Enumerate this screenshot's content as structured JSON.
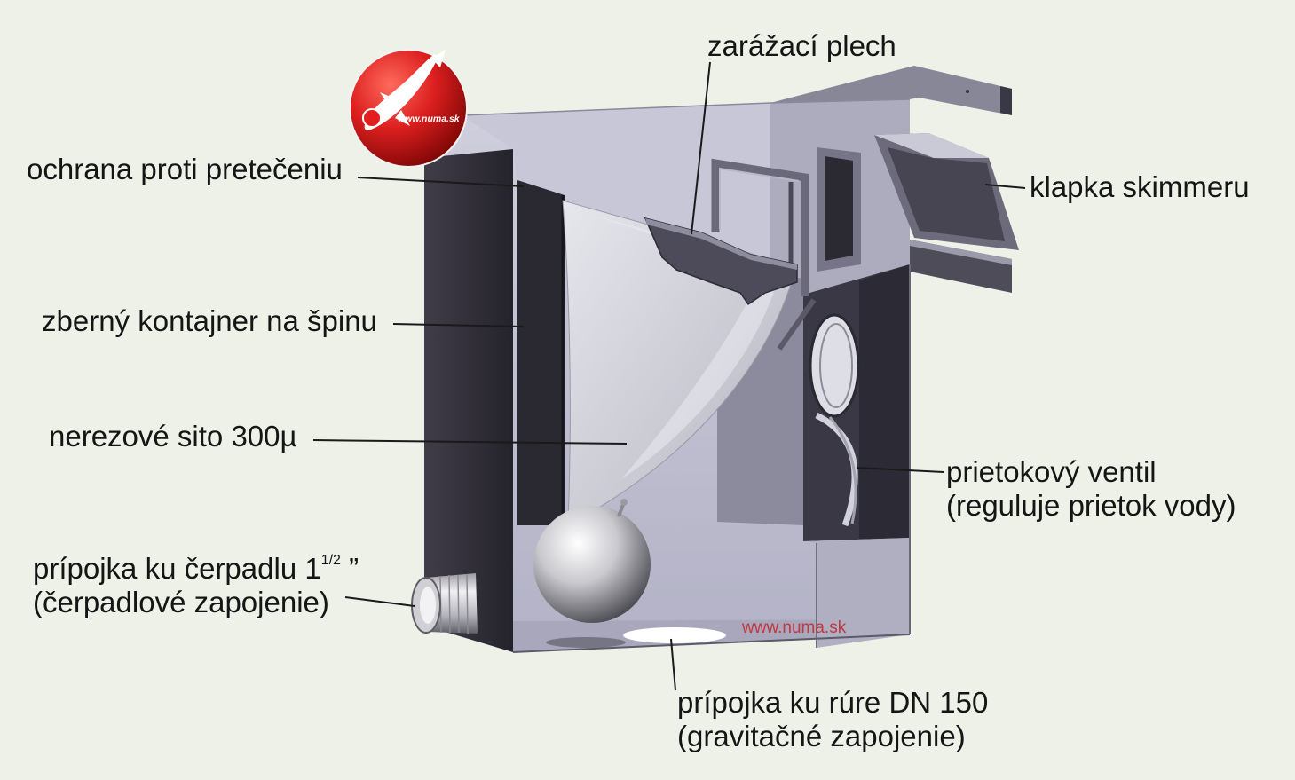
{
  "logo": {
    "text": "www.numa.sk"
  },
  "watermark": {
    "text": "www.numa.sk"
  },
  "labels": {
    "stop_plate": "zarážací plech",
    "overflow_protection": "ochrana proti pretečeniu",
    "skimmer_flap": "klapka skimmeru",
    "dirt_container": "zberný kontajner na špinu",
    "sieve": "nerezové sito 300µ",
    "flow_valve": {
      "line1": "prietokový ventil",
      "line2": "(reguluje prietok vody)"
    },
    "pump_connection": {
      "line1": "prípojka ku čerpadlu 1",
      "line1_superscript": "1/2",
      "line1_suffix": " ”",
      "line2": "(čerpadlové zapojenie)"
    },
    "pipe_connection": {
      "line1": "prípojka ku rúre DN 150",
      "line2": "(gravitačné zapojenie)"
    }
  },
  "colors": {
    "background": "#edf1e8",
    "watermark": "#c8242a"
  }
}
